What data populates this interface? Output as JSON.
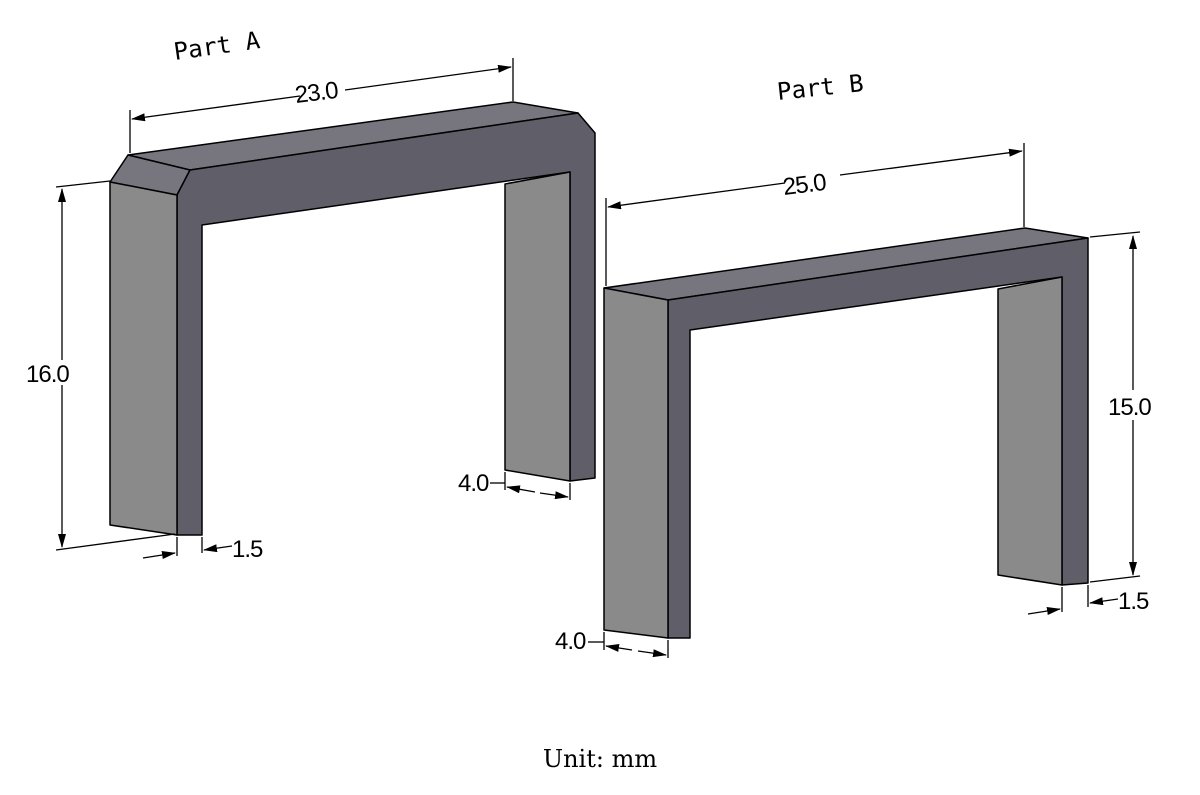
{
  "parts": [
    {
      "label": "Part A",
      "length": "23.0",
      "height": "16.0",
      "depth": "4.0",
      "thickness": "1.5"
    },
    {
      "label": "Part B",
      "length": "25.0",
      "height": "15.0",
      "depth": "4.0",
      "thickness": "1.5"
    }
  ],
  "unit_label": "Unit: mm",
  "colors": {
    "front_face": "#8a8a8a",
    "dark_face": "#5f5e69",
    "top_face": "#77767f"
  }
}
